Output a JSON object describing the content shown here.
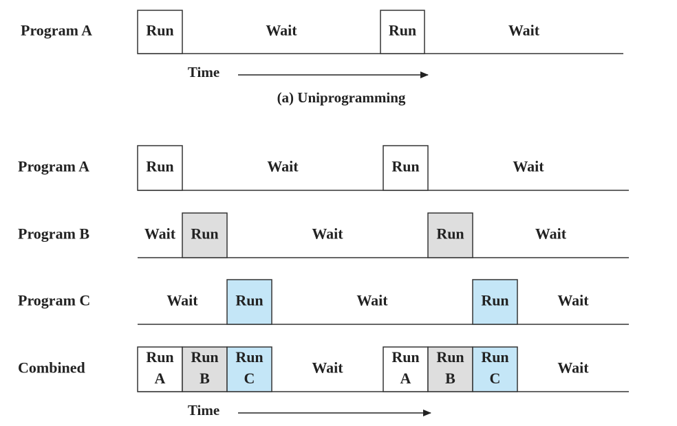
{
  "colors": {
    "program_a_fill": "#ffffff",
    "program_b_fill": "#dedede",
    "program_c_fill": "#c4e6f7",
    "stroke": "#333333",
    "text": "#222222"
  },
  "uniprogramming": {
    "caption": "(a) Uniprogramming",
    "time_label": "Time",
    "rows": [
      {
        "label": "Program A",
        "segments": [
          {
            "kind": "run",
            "text": [
              "Run"
            ],
            "color": "#ffffff"
          },
          {
            "kind": "wait",
            "text": [
              "Wait"
            ]
          },
          {
            "kind": "run",
            "text": [
              "Run"
            ],
            "color": "#ffffff"
          },
          {
            "kind": "wait",
            "text": [
              "Wait"
            ]
          }
        ]
      }
    ]
  },
  "multiprogramming": {
    "time_label": "Time",
    "rows": [
      {
        "label": "Program A",
        "segments": [
          {
            "kind": "run",
            "text": [
              "Run"
            ],
            "color": "#ffffff"
          },
          {
            "kind": "wait",
            "text": [
              "Wait"
            ]
          },
          {
            "kind": "run",
            "text": [
              "Run"
            ],
            "color": "#ffffff"
          },
          {
            "kind": "wait",
            "text": [
              "Wait"
            ]
          }
        ]
      },
      {
        "label": "Program B",
        "segments": [
          {
            "kind": "wait",
            "text": [
              "Wait"
            ]
          },
          {
            "kind": "run",
            "text": [
              "Run"
            ],
            "color": "#dedede"
          },
          {
            "kind": "wait",
            "text": [
              "Wait"
            ]
          },
          {
            "kind": "run",
            "text": [
              "Run"
            ],
            "color": "#dedede"
          },
          {
            "kind": "wait",
            "text": [
              "Wait"
            ]
          }
        ]
      },
      {
        "label": "Program C",
        "segments": [
          {
            "kind": "wait",
            "text": [
              "Wait"
            ]
          },
          {
            "kind": "run",
            "text": [
              "Run"
            ],
            "color": "#c4e6f7"
          },
          {
            "kind": "wait",
            "text": [
              "Wait"
            ]
          },
          {
            "kind": "run",
            "text": [
              "Run"
            ],
            "color": "#c4e6f7"
          },
          {
            "kind": "wait",
            "text": [
              "Wait"
            ]
          }
        ]
      },
      {
        "label": "Combined",
        "segments": [
          {
            "kind": "run",
            "text": [
              "Run",
              "A"
            ],
            "color": "#ffffff"
          },
          {
            "kind": "run",
            "text": [
              "Run",
              "B"
            ],
            "color": "#dedede"
          },
          {
            "kind": "run",
            "text": [
              "Run",
              "C"
            ],
            "color": "#c4e6f7"
          },
          {
            "kind": "wait",
            "text": [
              "Wait"
            ]
          },
          {
            "kind": "run",
            "text": [
              "Run",
              "A"
            ],
            "color": "#ffffff"
          },
          {
            "kind": "run",
            "text": [
              "Run",
              "B"
            ],
            "color": "#dedede"
          },
          {
            "kind": "run",
            "text": [
              "Run",
              "C"
            ],
            "color": "#c4e6f7"
          },
          {
            "kind": "wait",
            "text": [
              "Wait"
            ]
          }
        ]
      }
    ]
  }
}
